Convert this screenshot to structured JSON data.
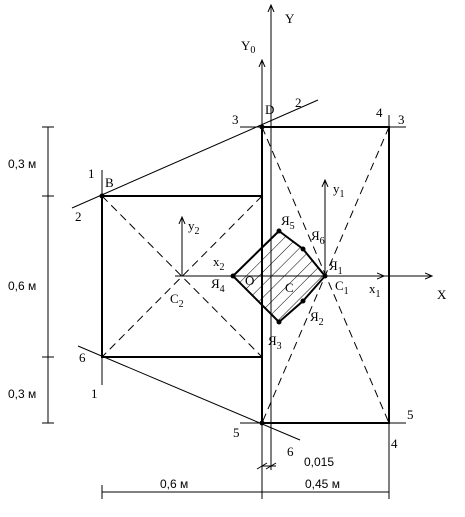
{
  "axes": {
    "y_main": "Y",
    "y0_base": "Y",
    "y0_sub": "0",
    "x_main": "X",
    "y1_base": "y",
    "y1_sub": "1",
    "x1_base": "x",
    "x1_sub": "1",
    "y2_base": "y",
    "y2_sub": "2",
    "x2_base": "x",
    "x2_sub": "2"
  },
  "points": {
    "B": "B",
    "D": "D",
    "O": "O",
    "C": "C",
    "C1_base": "C",
    "C1_sub": "1",
    "C2_base": "C",
    "C2_sub": "2"
  },
  "kern_points": {
    "ya1_base": "Я",
    "ya1_sub": "1",
    "ya2_base": "Я",
    "ya2_sub": "2",
    "ya3_base": "Я",
    "ya3_sub": "3",
    "ya4_base": "Я",
    "ya4_sub": "4",
    "ya5_base": "Я",
    "ya5_sub": "5",
    "ya6_base": "Я",
    "ya6_sub": "6"
  },
  "line_numbers": {
    "n1_top": "1",
    "n2_left": "2",
    "n6_left": "6",
    "n1_bottom": "1",
    "n3_left": "3",
    "n2_top": "2",
    "n4_top": "4",
    "n3_right": "3",
    "n5_right": "5",
    "n4_bottom": "4",
    "n5_bottom": "5",
    "n6_bottom": "6"
  },
  "dimensions": {
    "left_top": "0,3 м",
    "left_mid": "0,6 м",
    "left_bottom": "0,3 м",
    "bottom_left": "0,6 м",
    "bottom_right": "0,45 м",
    "gap": "0,015"
  }
}
